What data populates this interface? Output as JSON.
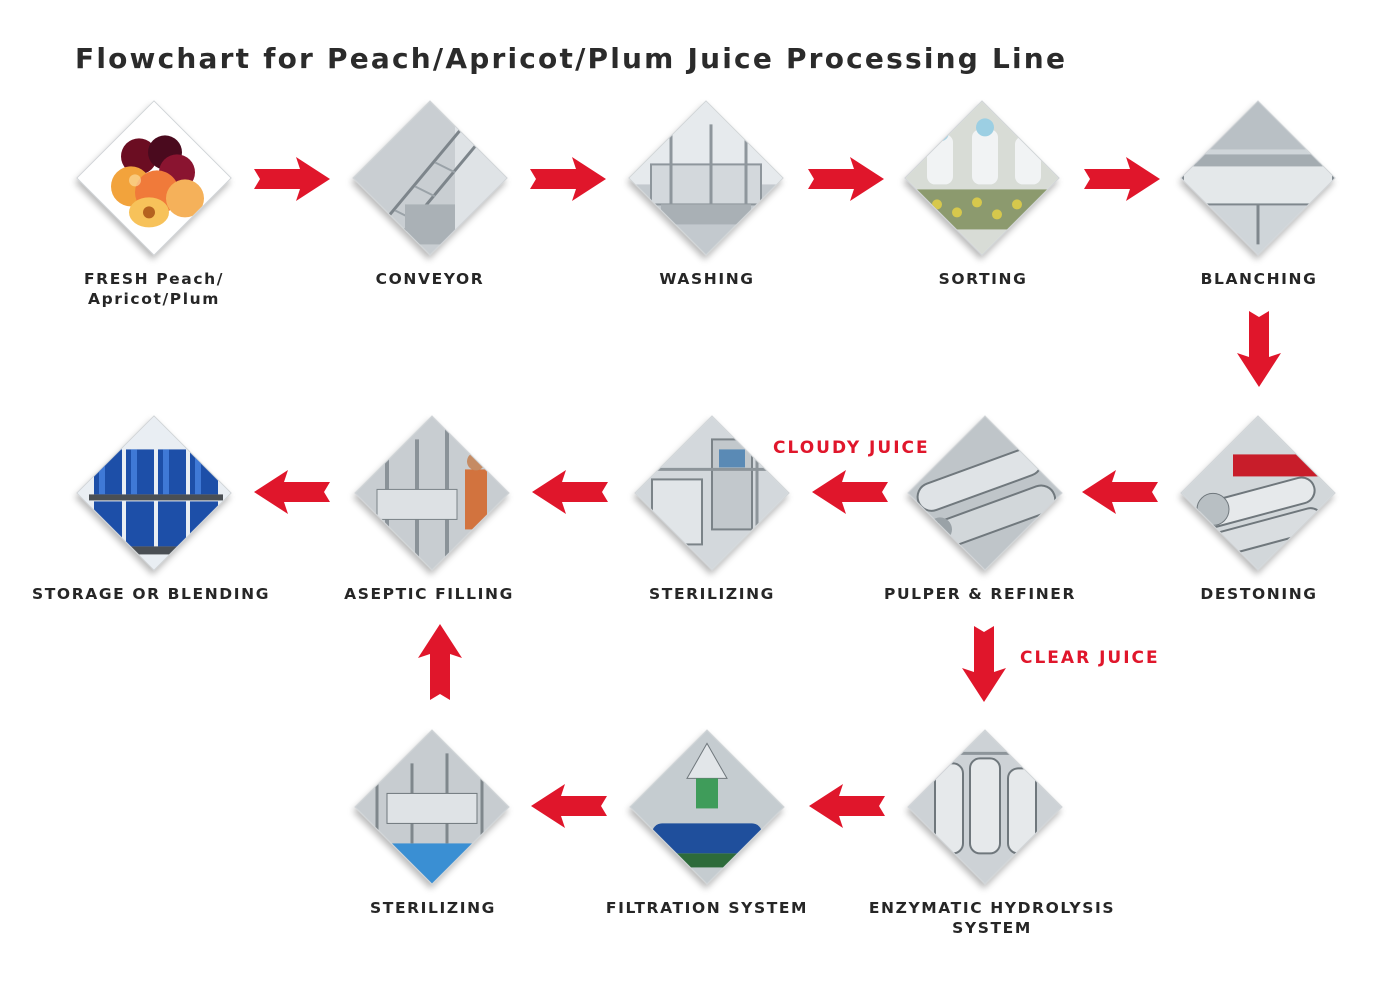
{
  "title": "Flowchart for Peach/Apricot/Plum Juice Processing Line",
  "colors": {
    "arrow": "#e0162b",
    "text": "#262626",
    "branch": "#e0162b"
  },
  "steps": {
    "fresh": "FRESH Peach/\nApricot/Plum",
    "conveyor": "CONVEYOR",
    "washing": "WASHING",
    "sorting": "SORTING",
    "blanching": "BLANCHING",
    "destoning": "DESTONING",
    "pulper": "PULPER & REFINER",
    "sterilizing_cloudy": "STERILIZING",
    "aseptic": "ASEPTIC FILLING",
    "storage": "STORAGE OR BLENDING",
    "enzymatic": "ENZYMATIC HYDROLYSIS\nSYSTEM",
    "filtration": "FILTRATION SYSTEM",
    "sterilizing_clear": "STERILIZING"
  },
  "branches": {
    "cloudy": "CLOUDY JUICE",
    "clear": "CLEAR JUICE"
  }
}
